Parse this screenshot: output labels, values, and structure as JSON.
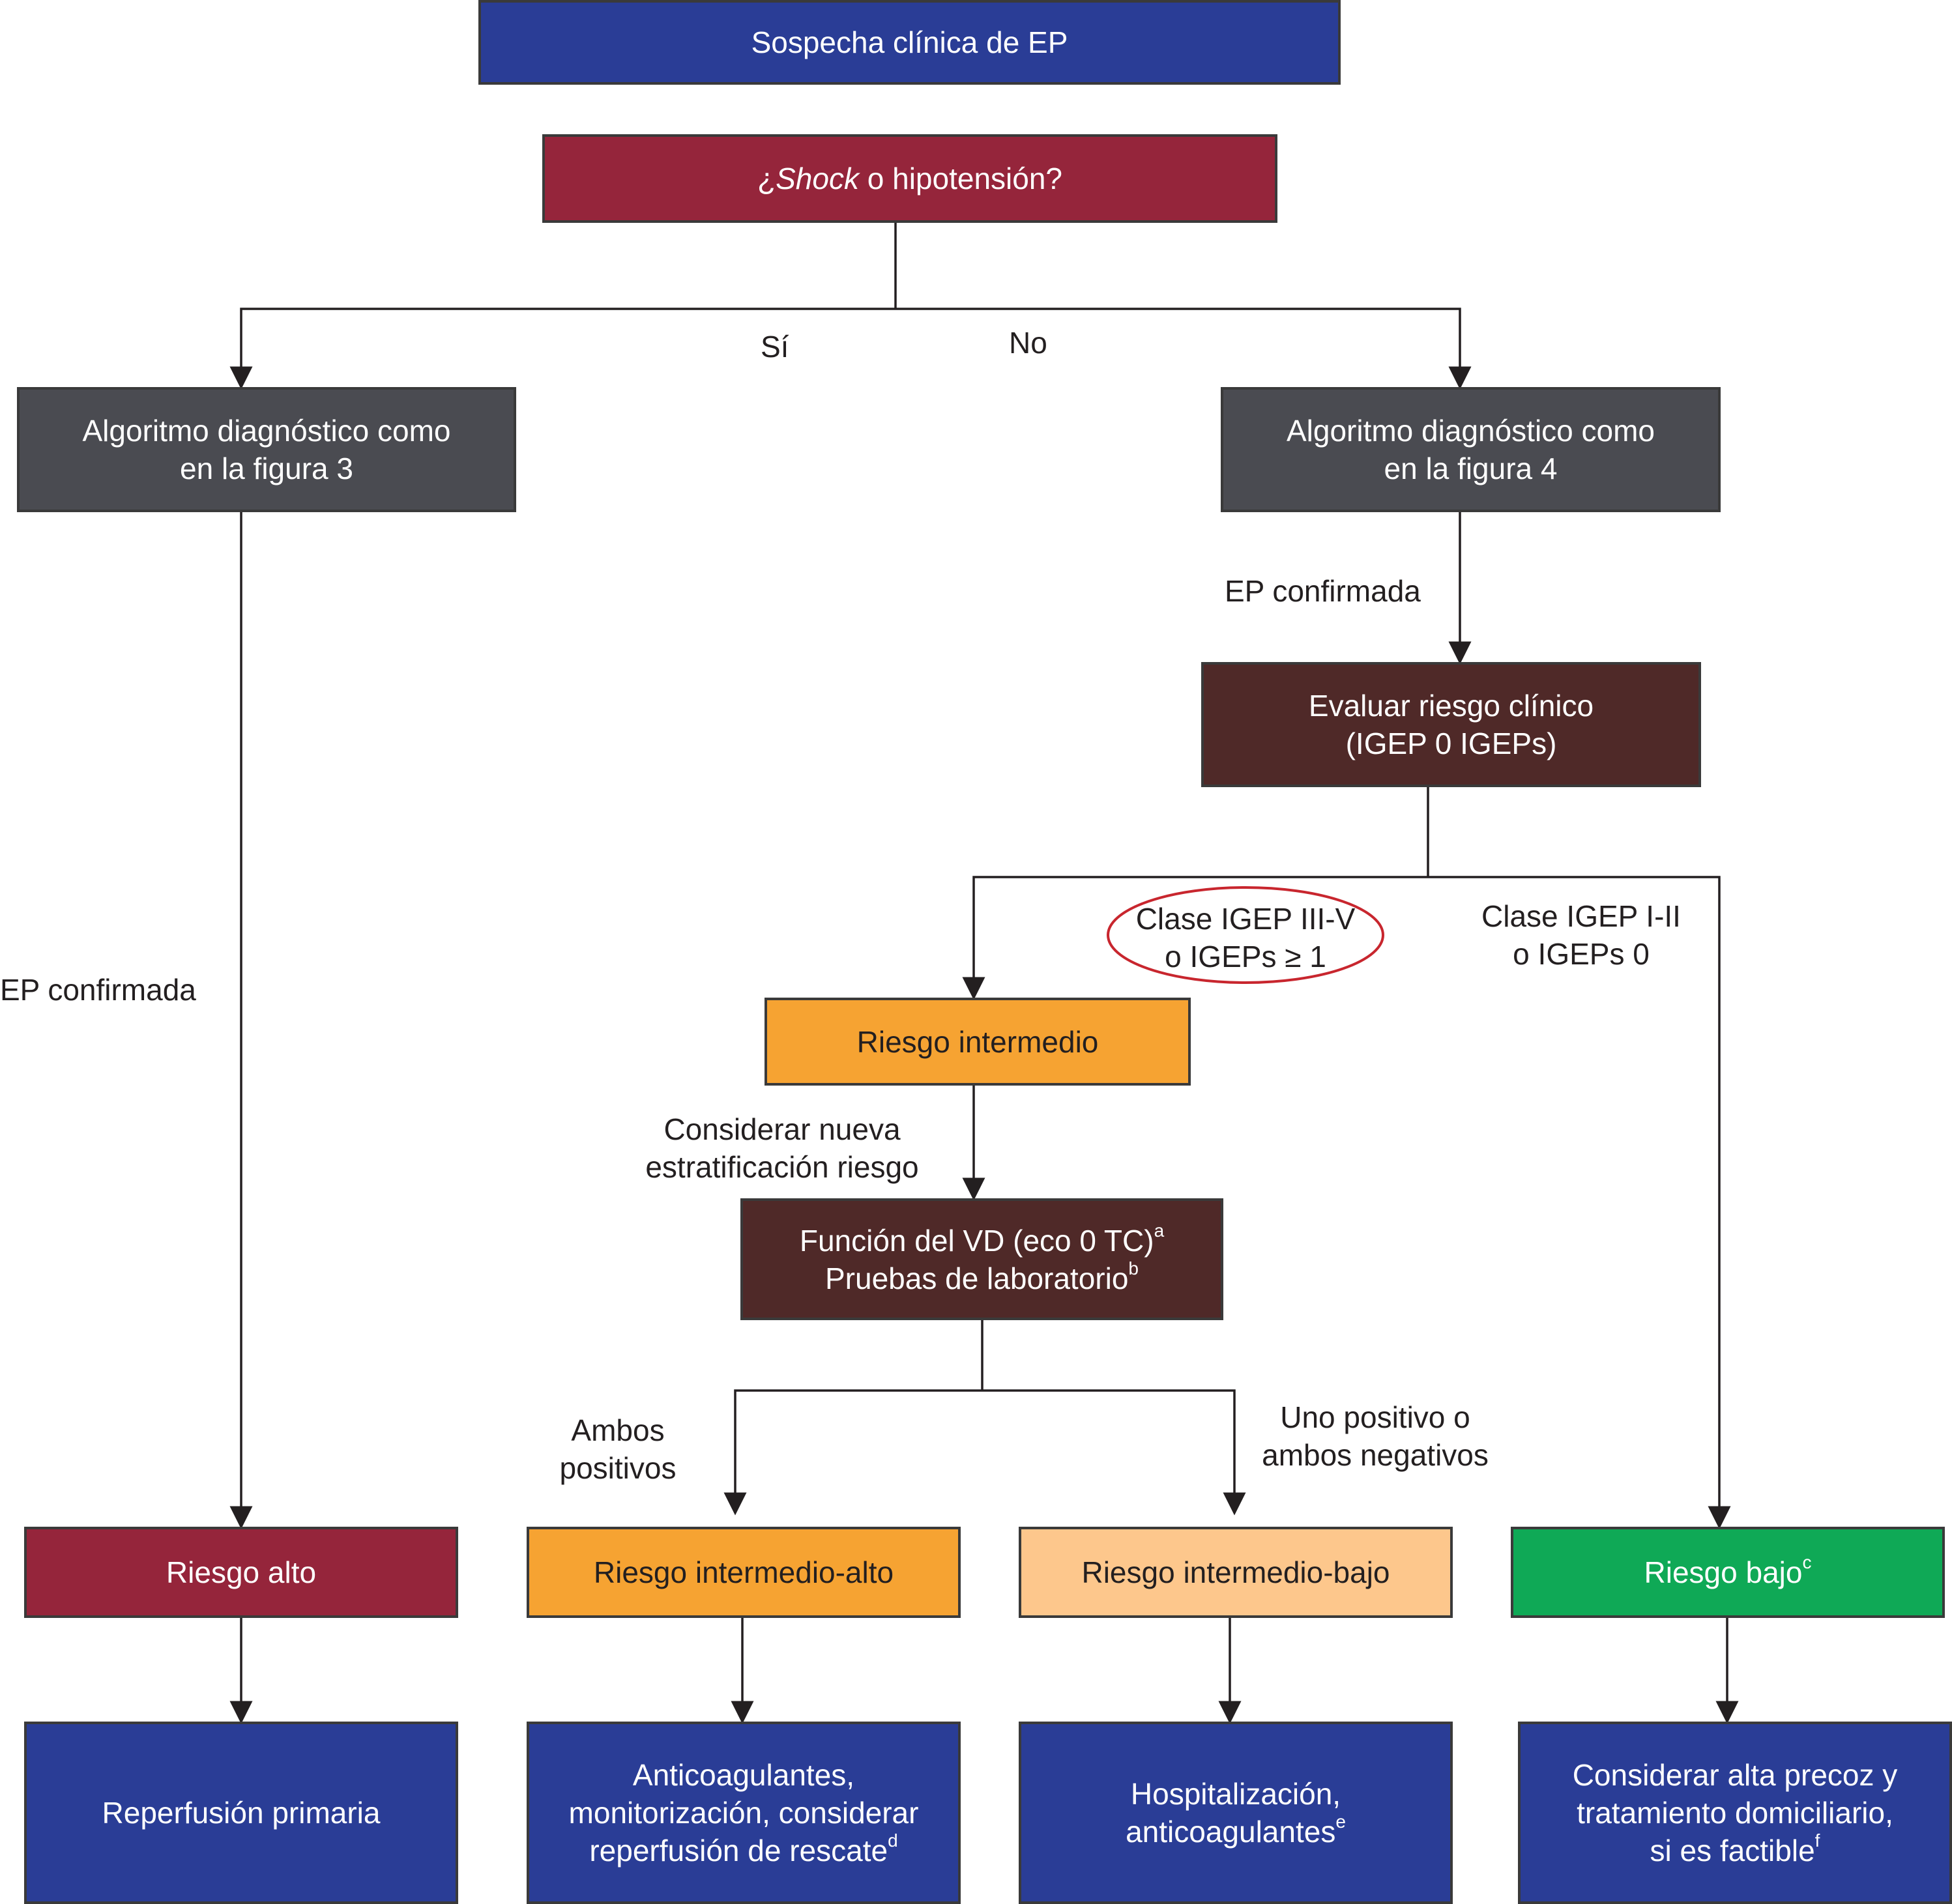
{
  "colors": {
    "navy": "#2a3d96",
    "crimson": "#95253b",
    "grey": "#4a4b51",
    "brown": "#4f2928",
    "orange": "#f6a332",
    "peach": "#fdc78c",
    "green": "#0fa956",
    "ellipse": "#c8262e",
    "line": "#231f20"
  },
  "nodes": {
    "start": "Sospecha clínica de EP",
    "shock": {
      "prefix": "¿",
      "italic": "Shock",
      "suffix": " o hipotensión?"
    },
    "algo3": {
      "line1": "Algoritmo diagnóstico como",
      "line2": "en la figura 3"
    },
    "algo4": {
      "line1": "Algoritmo diagnóstico como",
      "line2": "en la figura 4"
    },
    "evaluate": {
      "line1": "Evaluar riesgo clínico",
      "line2": "(IGEP 0 IGEPs)"
    },
    "intermediate": "Riesgo intermedio",
    "rv_function": {
      "line1": "Función del VD (eco 0 TC)",
      "sup1": "a",
      "line2": "Pruebas de laboratorio",
      "sup2": "b"
    },
    "high_risk": "Riesgo alto",
    "int_high": "Riesgo intermedio-alto",
    "int_low": "Riesgo intermedio-bajo",
    "low_risk": {
      "text": "Riesgo bajo",
      "sup": "c"
    },
    "reperfusion": "Reperfusión primaria",
    "anticoag": {
      "line1": "Anticoagulantes,",
      "line2": "monitorización, considerar",
      "line3": "reperfusión de rescate",
      "sup": "d"
    },
    "hospital": {
      "line1": "Hospitalización,",
      "line2": "anticoagulantes",
      "sup": "e"
    },
    "discharge": {
      "line1": "Considerar alta precoz y",
      "line2": "tratamiento domiciliario,",
      "line3": "si es factible",
      "sup": "f"
    }
  },
  "labels": {
    "yes": "Sí",
    "no": "No",
    "confirmed_right": "EP confirmada",
    "confirmed_left": "EP confirmada",
    "class_high": {
      "line1": "Clase IGEP III-V",
      "line2": "o IGEPs ≥ 1"
    },
    "class_low": {
      "line1": "Clase IGEP I-II",
      "line2": "o IGEPs 0"
    },
    "reconsider": {
      "line1": "Considerar nueva",
      "line2": "estratificación riesgo"
    },
    "both_positive": {
      "line1": "Ambos",
      "line2": "positivos"
    },
    "one_positive": {
      "line1": "Uno positivo o",
      "line2": "ambos negativos"
    }
  }
}
